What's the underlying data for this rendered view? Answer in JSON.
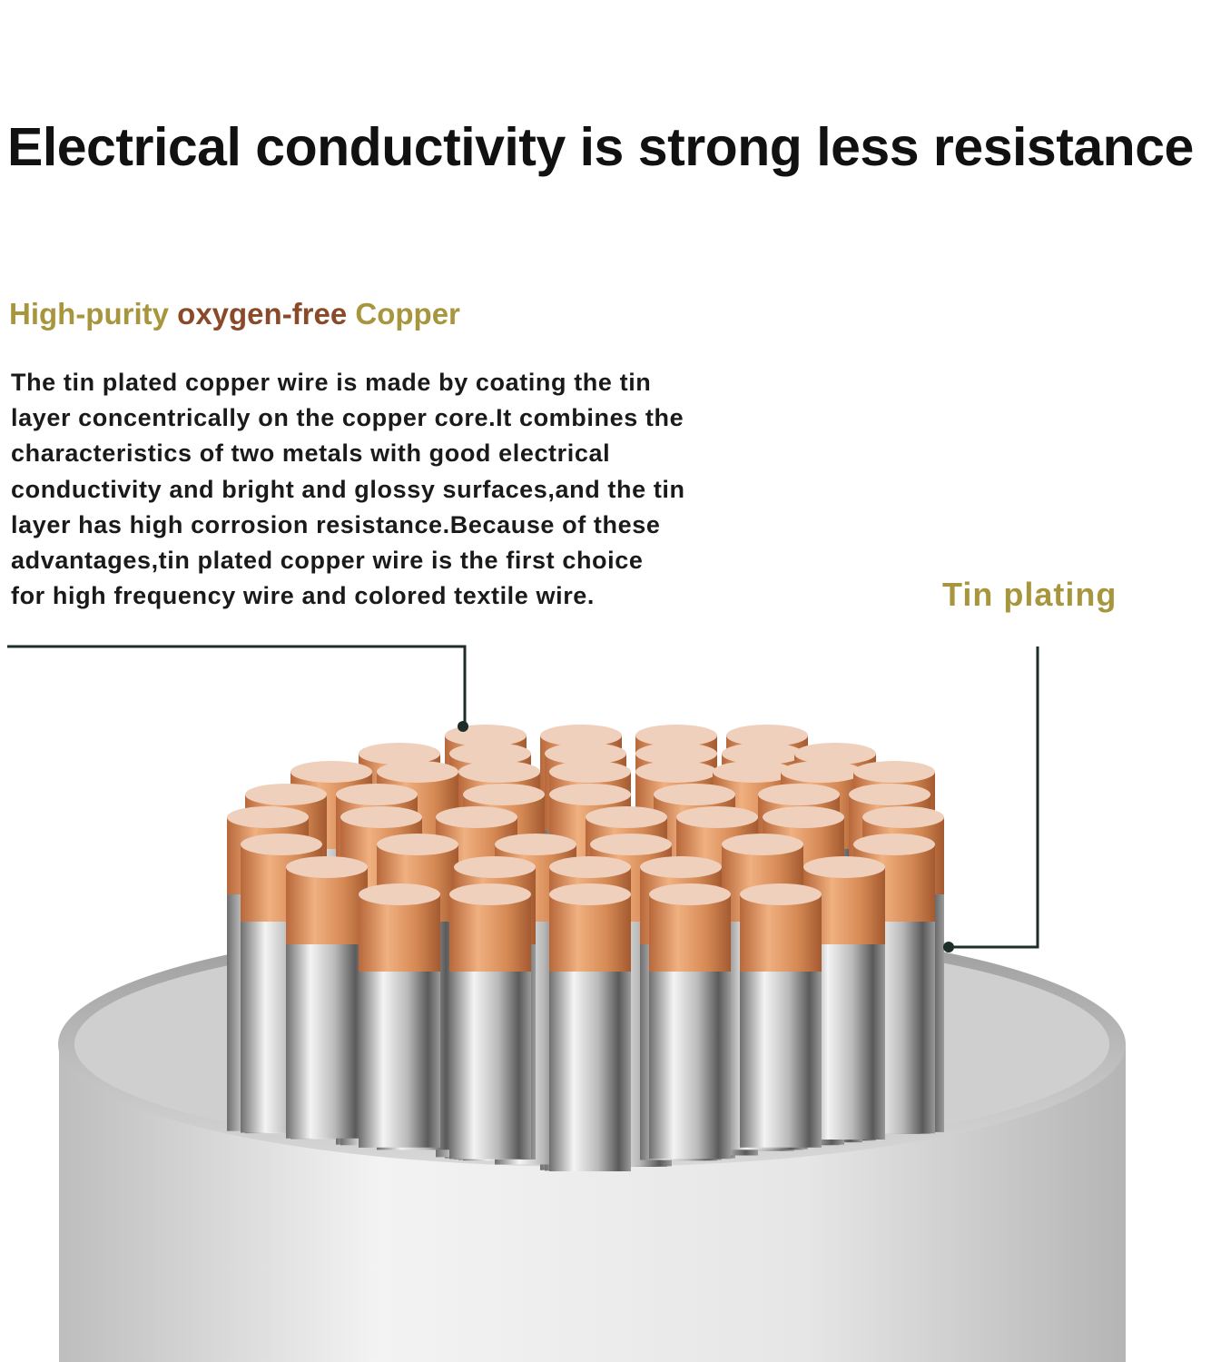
{
  "title": "Electrical conductivity is strong less resistance",
  "subtitle": {
    "part1": "High-purity",
    "part2": "oxygen-free",
    "part3": "Copper"
  },
  "description_lines": [
    "The tin plated copper wire is made by coating the tin",
    "layer concentrically on the copper core.It combines the",
    "characteristics of two metals with good electrical",
    "conductivity and bright and glossy surfaces,and the tin",
    "layer has high corrosion resistance.Because of these",
    "advantages,tin plated copper wire is the first choice",
    "for high frequency wire and colored textile wire."
  ],
  "callout_label": "Tin plating",
  "colors": {
    "gold": "#a8963e",
    "brown": "#8a4a2a",
    "copper": "#d9905f",
    "tin": "#cfcfcf"
  }
}
